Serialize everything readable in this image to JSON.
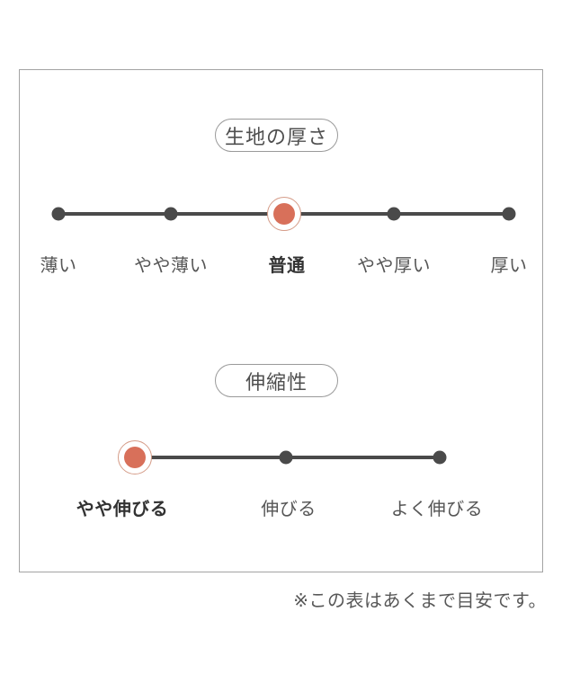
{
  "page": {
    "footnote": "※この表はあくまで目安です。"
  },
  "colors": {
    "accent": "#d8705a",
    "accent_ring": "#d59c88",
    "line_dark": "#4a4a4a",
    "label_gray": "#565656",
    "label_selected": "#333333",
    "panel_border": "#a3a3a3"
  },
  "chart_data": [
    {
      "type": "scale",
      "title": "生地の厚さ",
      "categories": [
        "薄い",
        "やや薄い",
        "普通",
        "やや厚い",
        "厚い"
      ],
      "selected": "普通",
      "selected_index": 2,
      "num_steps": 5
    },
    {
      "type": "scale",
      "title": "伸縮性",
      "categories": [
        "やや伸びる",
        "伸びる",
        "よく伸びる"
      ],
      "selected": "やや伸びる",
      "selected_index": 0,
      "num_steps": 3
    }
  ]
}
